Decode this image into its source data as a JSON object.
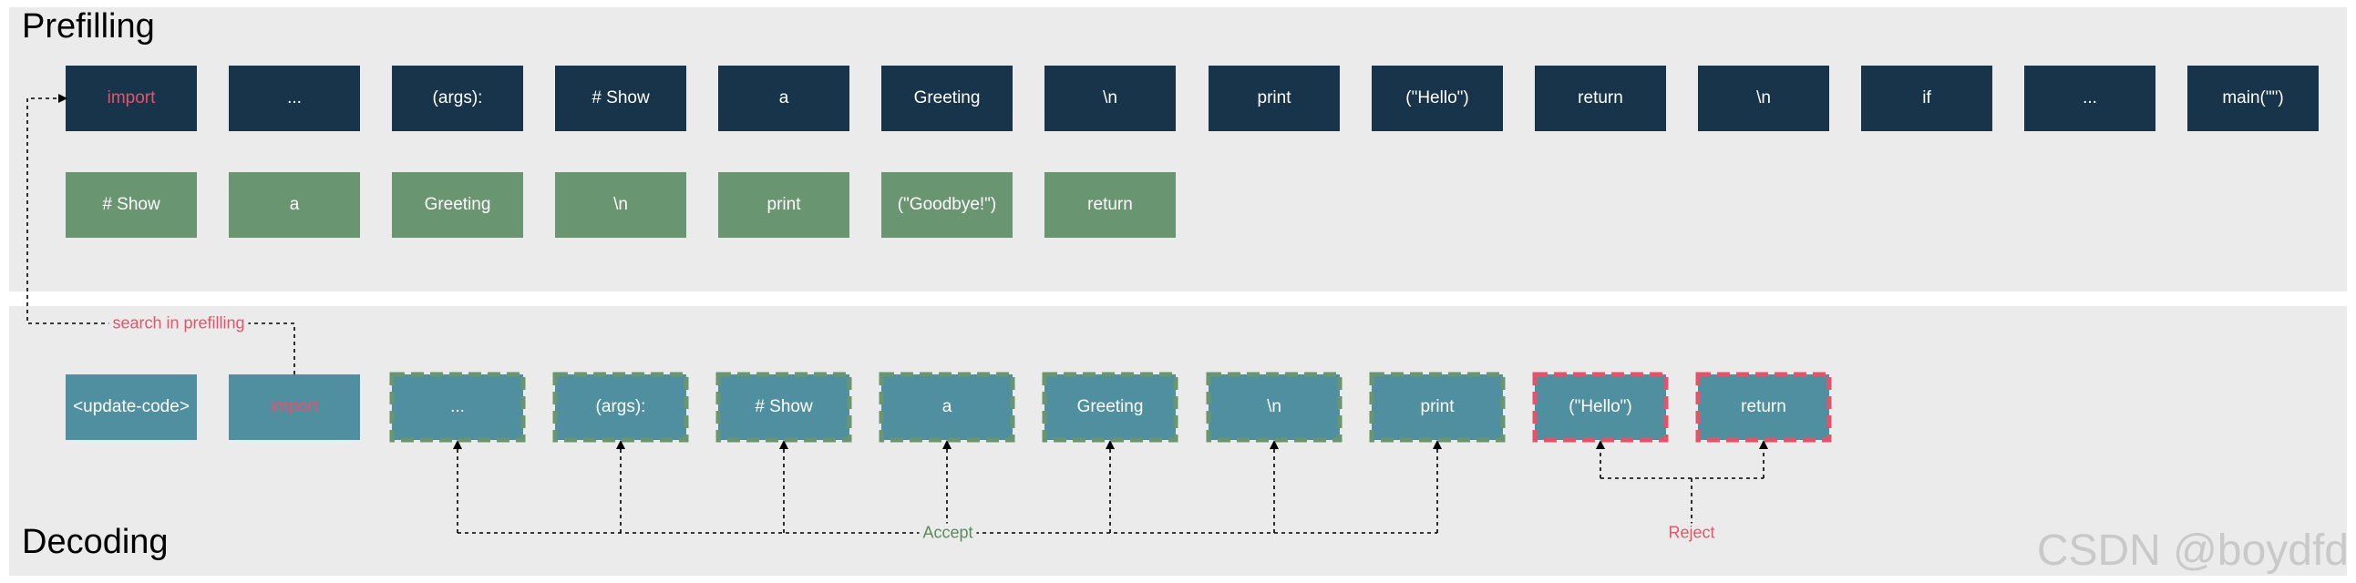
{
  "prefilling": {
    "title": "Prefilling",
    "row1": [
      "import",
      "...",
      "(args):",
      "# Show",
      "a",
      "Greeting",
      "\\n",
      "print",
      "(\"Hello\")",
      "return",
      "\\n",
      "if",
      "...",
      "main(\"\")"
    ],
    "row2": [
      "# Show",
      "a",
      "Greeting",
      "\\n",
      "print",
      "(\"Goodbye!\")",
      "return"
    ]
  },
  "decoding": {
    "title": "Decoding",
    "tokens": [
      "<update-code>",
      "import",
      "...",
      "(args):",
      "# Show",
      "a",
      "Greeting",
      "\\n",
      "print",
      "(\"Hello\")",
      "return"
    ]
  },
  "labels": {
    "search": "search in prefilling",
    "accept": "Accept",
    "reject": "Reject"
  },
  "colors": {
    "dark_token": "#18344a",
    "green_token": "#6a9571",
    "teal_token": "#4f8fa0",
    "accept_border": "#6a9571",
    "reject_border": "#e5536a",
    "red_text": "#e5536a",
    "panel": "#ebebeb"
  },
  "watermark": "CSDN @boydfd"
}
